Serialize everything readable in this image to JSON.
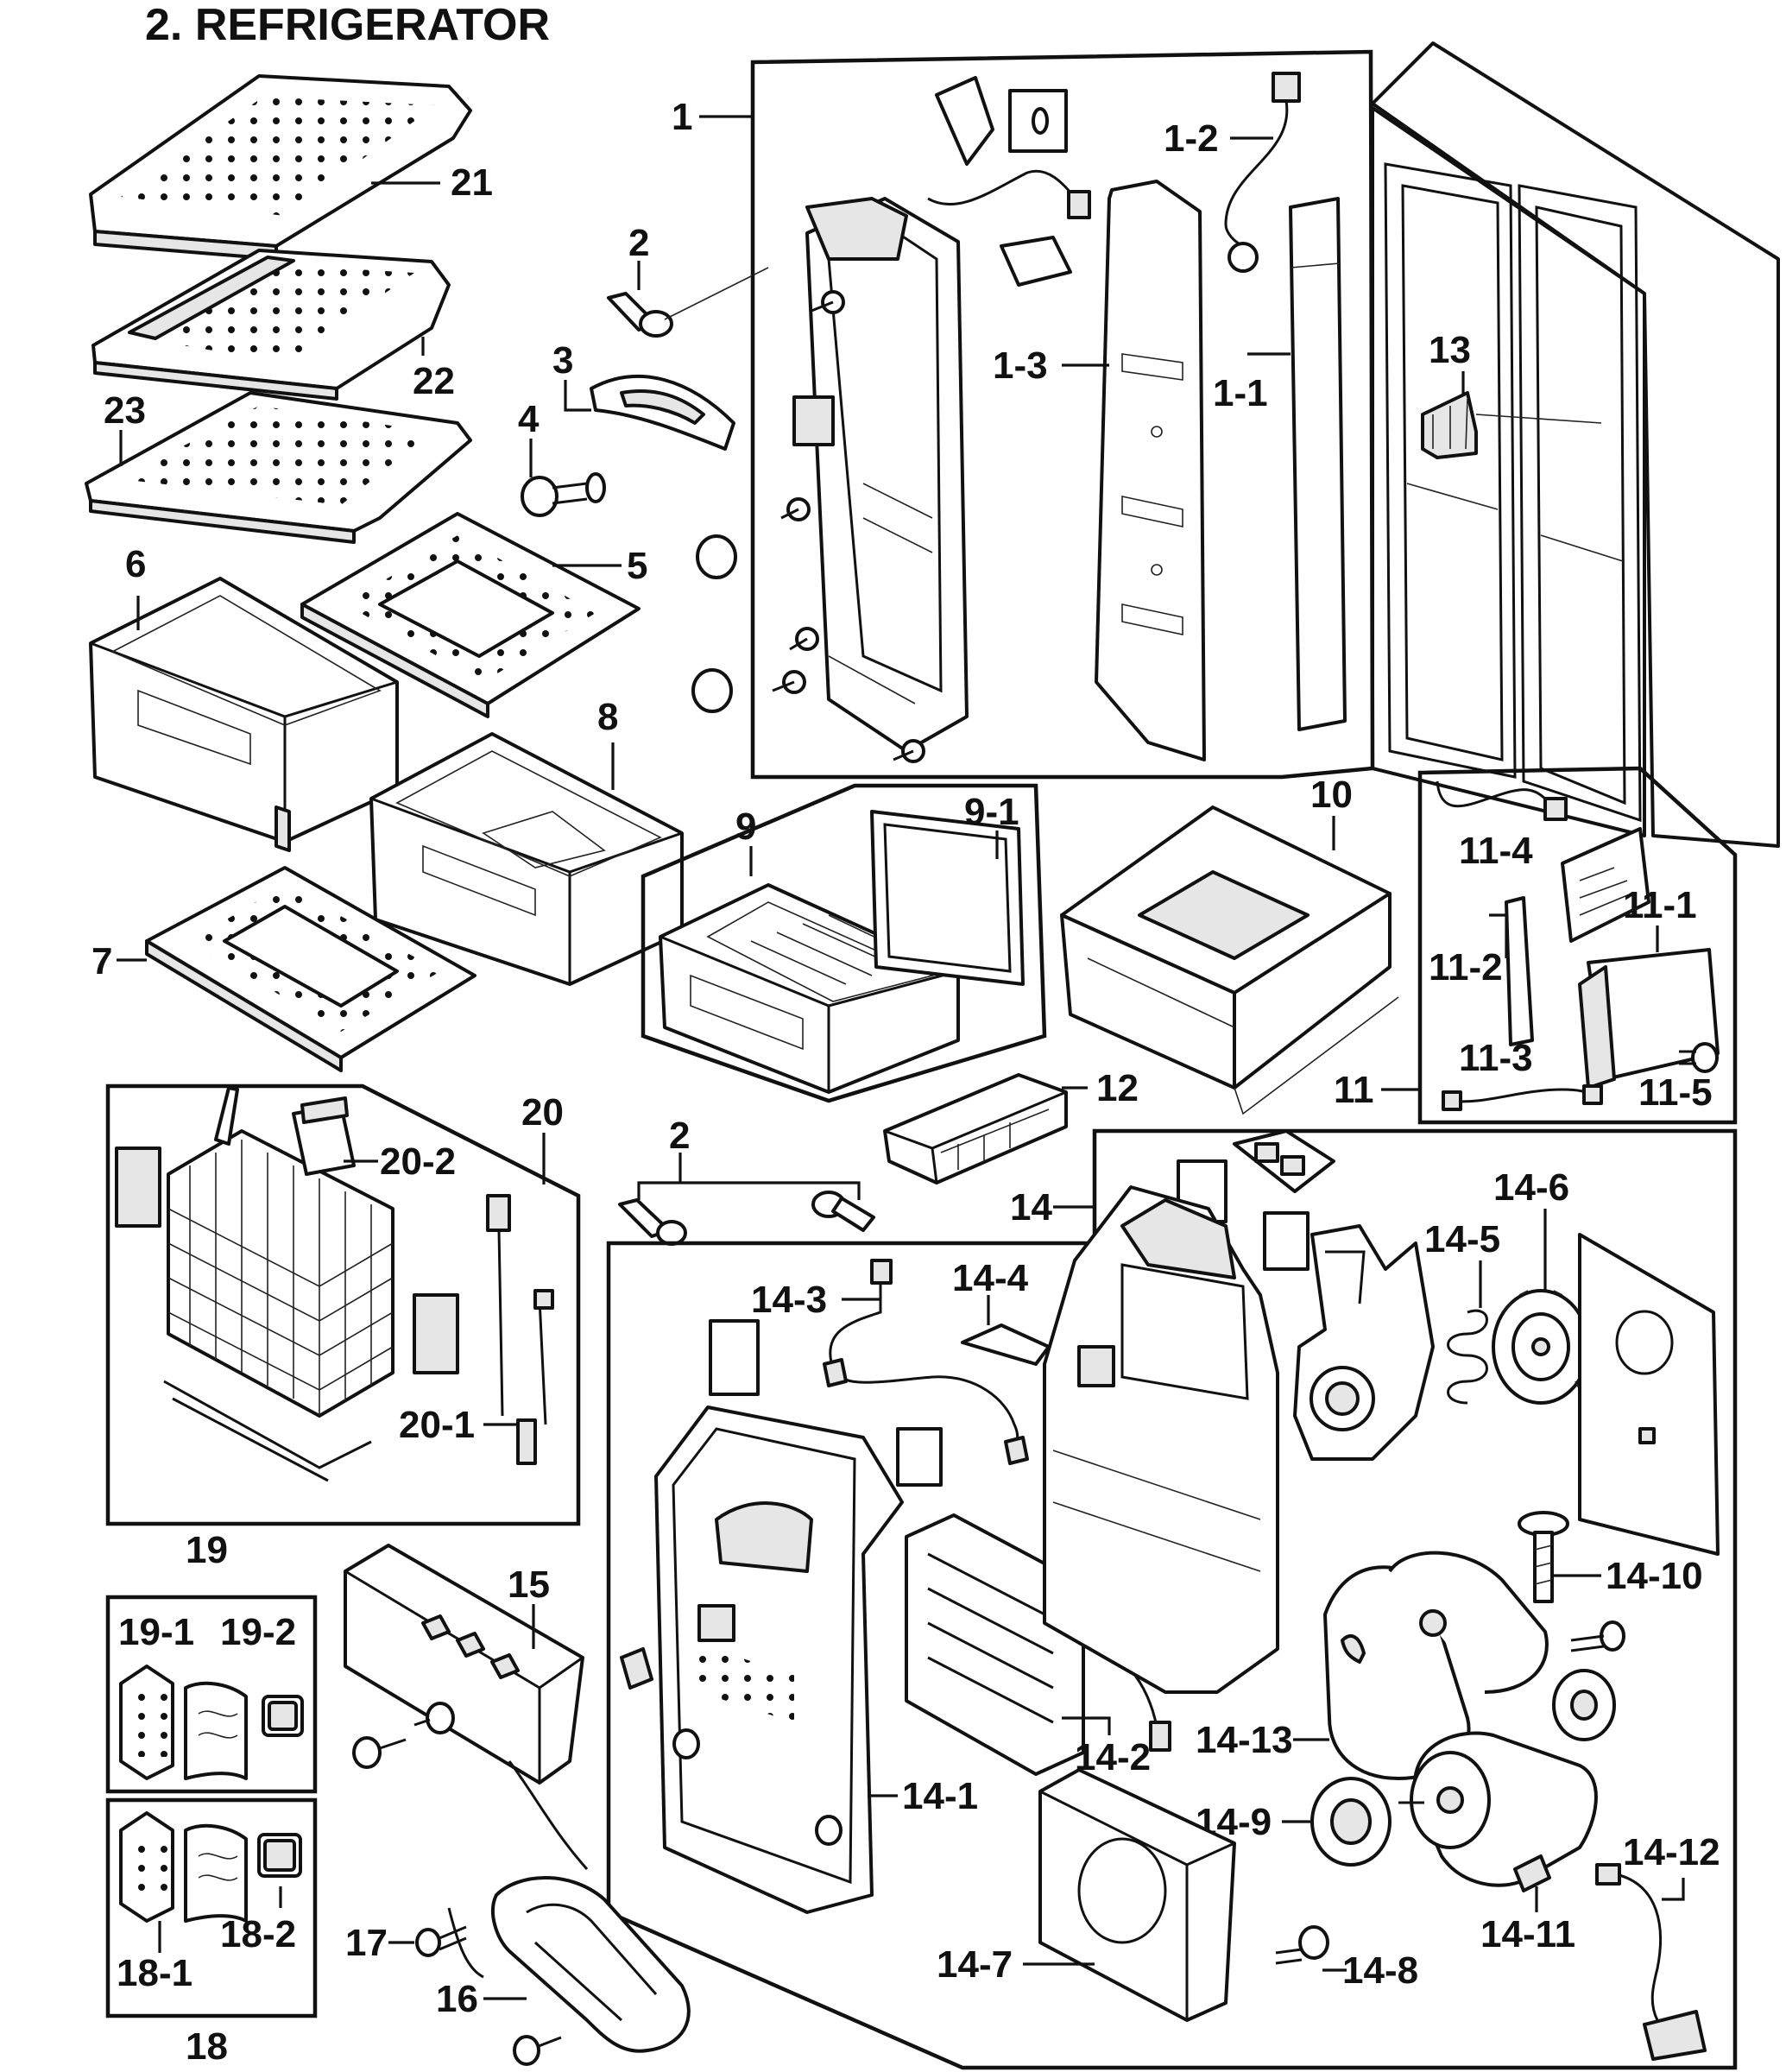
{
  "title": "2. REFRIGERATOR",
  "callouts": {
    "c1": "1",
    "c1_1": "1-1",
    "c1_2": "1-2",
    "c1_3": "1-3",
    "c2a": "2",
    "c2b": "2",
    "c3": "3",
    "c4": "4",
    "c5": "5",
    "c6": "6",
    "c7": "7",
    "c8": "8",
    "c9": "9",
    "c9_1": "9-1",
    "c10": "10",
    "c11": "11",
    "c11_1": "11-1",
    "c11_2": "11-2",
    "c11_3": "11-3",
    "c11_4": "11-4",
    "c11_5": "11-5",
    "c12": "12",
    "c13": "13",
    "c14": "14",
    "c14_1": "14-1",
    "c14_2": "14-2",
    "c14_3": "14-3",
    "c14_4": "14-4",
    "c14_5": "14-5",
    "c14_6": "14-6",
    "c14_7": "14-7",
    "c14_8": "14-8",
    "c14_9": "14-9",
    "c14_10": "14-10",
    "c14_11": "14-11",
    "c14_12": "14-12",
    "c14_13": "14-13",
    "c15": "15",
    "c16": "16",
    "c17": "17",
    "c18": "18",
    "c18_1": "18-1",
    "c18_2": "18-2",
    "c19": "19",
    "c19_1": "19-1",
    "c19_2": "19-2",
    "c20": "20",
    "c20_1": "20-1",
    "c20_2": "20-2",
    "c21": "21",
    "c22": "22",
    "c23": "23"
  }
}
